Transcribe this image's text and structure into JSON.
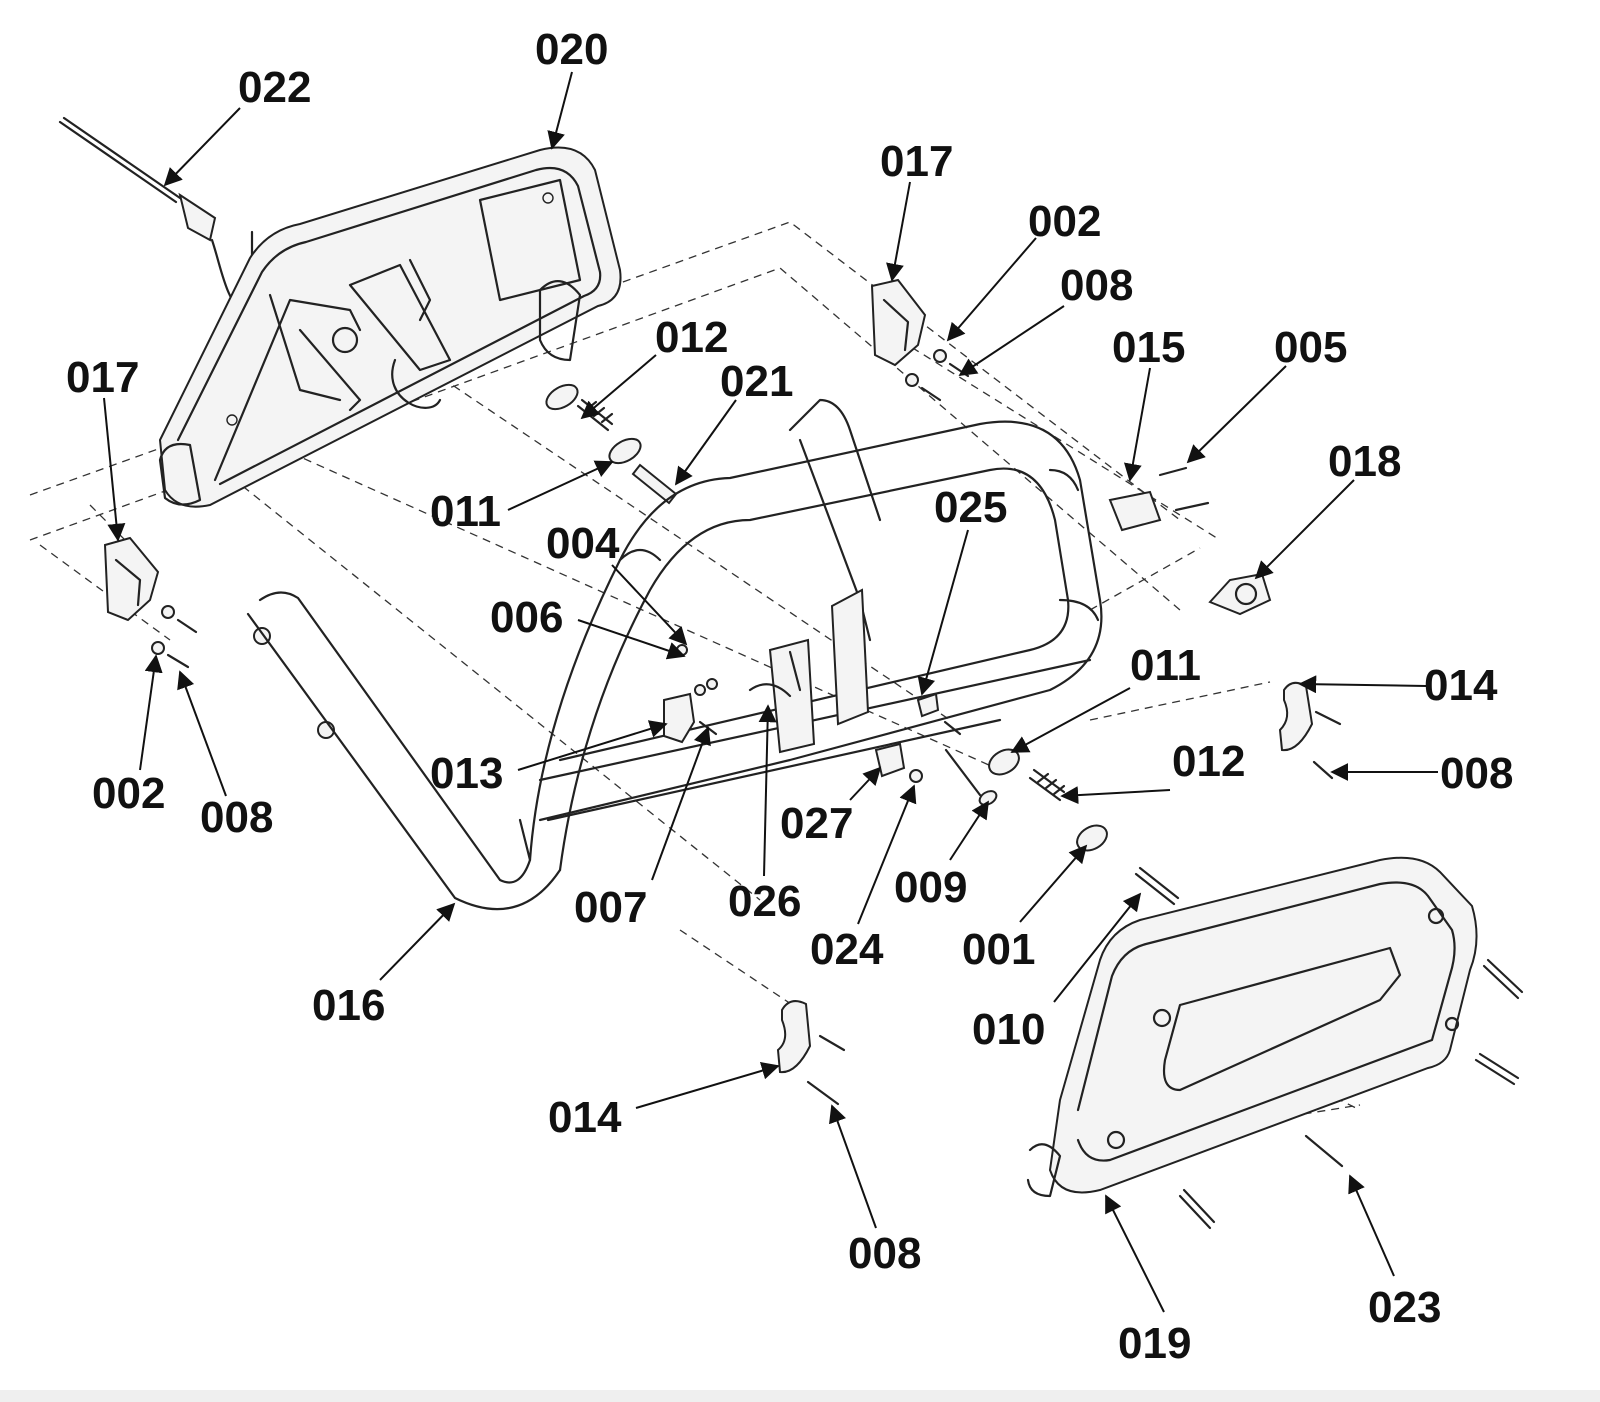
{
  "labels": {
    "l022": "022",
    "l020": "020",
    "l017a": "017",
    "l002a": "002",
    "l008a": "008",
    "l015": "015",
    "l005": "005",
    "l018": "018",
    "l012a": "012",
    "l021": "021",
    "l017b": "017",
    "l011a": "011",
    "l004": "004",
    "l025": "025",
    "l006": "006",
    "l011b": "011",
    "l014a": "014",
    "l013": "013",
    "l012b": "012",
    "l008b": "008",
    "l002b": "002",
    "l008c": "008",
    "l027": "027",
    "l009": "009",
    "l007": "007",
    "l026": "026",
    "l024": "024",
    "l001": "001",
    "l016": "016",
    "l010": "010",
    "l014b": "014",
    "l008d": "008",
    "l023": "023",
    "l019": "019"
  }
}
